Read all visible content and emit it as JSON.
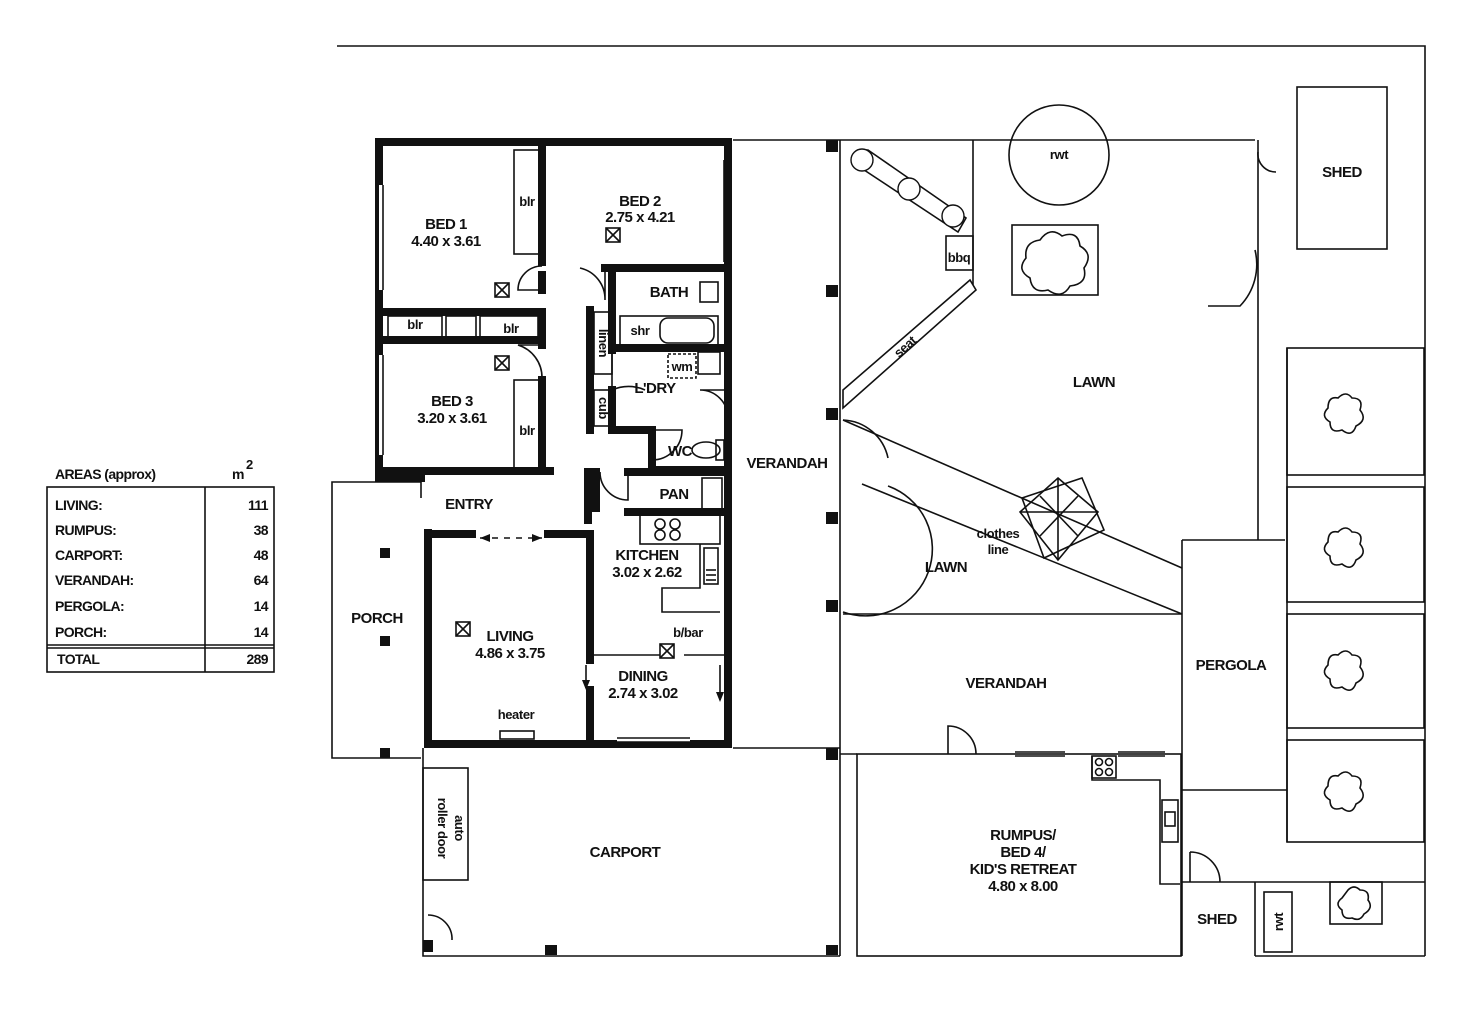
{
  "areas": {
    "heading": "AREAS (approx)",
    "unit": "m",
    "unit_sup": "2",
    "rows": [
      {
        "label": "LIVING:",
        "value": "111"
      },
      {
        "label": "RUMPUS:",
        "value": "38"
      },
      {
        "label": "CARPORT:",
        "value": "48"
      },
      {
        "label": "VERANDAH:",
        "value": "64"
      },
      {
        "label": "PERGOLA:",
        "value": "14"
      },
      {
        "label": "PORCH:",
        "value": "14"
      }
    ],
    "total": {
      "label": "TOTAL",
      "value": "289"
    }
  },
  "rooms": {
    "bed1": {
      "name": "BED 1",
      "dims": "4.40 x 3.61"
    },
    "bed2": {
      "name": "BED 2",
      "dims": "2.75 x 4.21"
    },
    "bed3": {
      "name": "BED 3",
      "dims": "3.20 x 3.61"
    },
    "bath": {
      "name": "BATH"
    },
    "laundry": {
      "name": "L'DRY"
    },
    "wc": {
      "name": "WC"
    },
    "pan": {
      "name": "PAN"
    },
    "entry": {
      "name": "ENTRY"
    },
    "kitchen": {
      "name": "KITCHEN",
      "dims": "3.02 x 2.62"
    },
    "living": {
      "name": "LIVING",
      "dims": "4.86 x 3.75"
    },
    "dining": {
      "name": "DINING",
      "dims": "2.74 x 3.02"
    },
    "porch": {
      "name": "PORCH"
    },
    "carport": {
      "name": "CARPORT"
    },
    "verandah_main": {
      "name": "VERANDAH"
    },
    "verandah_rear": {
      "name": "VERANDAH"
    },
    "rumpus": {
      "line1": "RUMPUS/",
      "line2": "BED 4/",
      "line3": "KID'S RETREAT",
      "dims": "4.80 x 8.00"
    },
    "pergola": {
      "name": "PERGOLA"
    },
    "shed_top": {
      "name": "SHED"
    },
    "shed_bottom": {
      "name": "SHED"
    },
    "lawn_top": {
      "name": "LAWN"
    },
    "lawn_bottom": {
      "name": "LAWN"
    }
  },
  "fixtures": {
    "blr": "blr",
    "shr": "shr",
    "linen": "linen",
    "cub": "cub",
    "wm": "wm",
    "bbar": "b/bar",
    "heater": "heater",
    "bbq": "bbq",
    "seat": "seat",
    "rwt": "rwt",
    "clothes_line_1": "clothes",
    "clothes_line_2": "line",
    "roller_door_1": "auto",
    "roller_door_2": "roller door"
  }
}
